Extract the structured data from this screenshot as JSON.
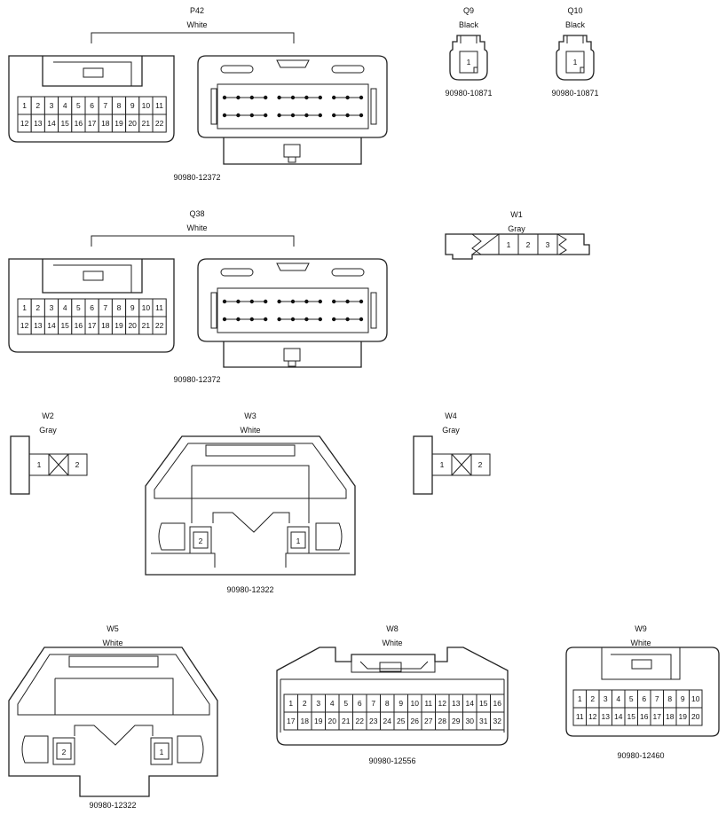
{
  "connectors": {
    "p42": {
      "code": "P42",
      "color": "White",
      "part": "90980-12372"
    },
    "q9": {
      "code": "Q9",
      "color": "Black",
      "part": "90980-10871",
      "pin": "1"
    },
    "q10": {
      "code": "Q10",
      "color": "Black",
      "part": "90980-10871",
      "pin": "1"
    },
    "q38": {
      "code": "Q38",
      "color": "White",
      "part": "90980-12372"
    },
    "w1": {
      "code": "W1",
      "color": "Gray",
      "pins": [
        "1",
        "2",
        "3"
      ]
    },
    "w2": {
      "code": "W2",
      "color": "Gray",
      "pins": [
        "1",
        "2"
      ]
    },
    "w3": {
      "code": "W3",
      "color": "White",
      "part": "90980-12322",
      "pins": [
        "2",
        "1"
      ]
    },
    "w4": {
      "code": "W4",
      "color": "Gray",
      "pins": [
        "1",
        "2"
      ]
    },
    "w5": {
      "code": "W5",
      "color": "White",
      "part": "90980-12322",
      "pins": [
        "2",
        "1"
      ]
    },
    "w8": {
      "code": "W8",
      "color": "White",
      "part": "90980-12556"
    },
    "w9": {
      "code": "W9",
      "color": "White",
      "part": "90980-12460"
    }
  },
  "pin_grids": {
    "p42": {
      "row1": [
        "1",
        "2",
        "3",
        "4",
        "5",
        "6",
        "7",
        "8",
        "9",
        "10",
        "11"
      ],
      "row2": [
        "12",
        "13",
        "14",
        "15",
        "16",
        "17",
        "18",
        "19",
        "20",
        "21",
        "22"
      ]
    },
    "q38": {
      "row1": [
        "1",
        "2",
        "3",
        "4",
        "5",
        "6",
        "7",
        "8",
        "9",
        "10",
        "11"
      ],
      "row2": [
        "12",
        "13",
        "14",
        "15",
        "16",
        "17",
        "18",
        "19",
        "20",
        "21",
        "22"
      ]
    },
    "w8": {
      "row1": [
        "1",
        "2",
        "3",
        "4",
        "5",
        "6",
        "7",
        "8",
        "9",
        "10",
        "11",
        "12",
        "13",
        "14",
        "15",
        "16"
      ],
      "row2": [
        "17",
        "18",
        "19",
        "20",
        "21",
        "22",
        "23",
        "24",
        "25",
        "26",
        "27",
        "28",
        "29",
        "30",
        "31",
        "32"
      ]
    },
    "w9": {
      "row1": [
        "1",
        "2",
        "3",
        "4",
        "5",
        "6",
        "7",
        "8",
        "9",
        "10"
      ],
      "row2": [
        "11",
        "12",
        "13",
        "14",
        "15",
        "16",
        "17",
        "18",
        "19",
        "20"
      ]
    }
  }
}
